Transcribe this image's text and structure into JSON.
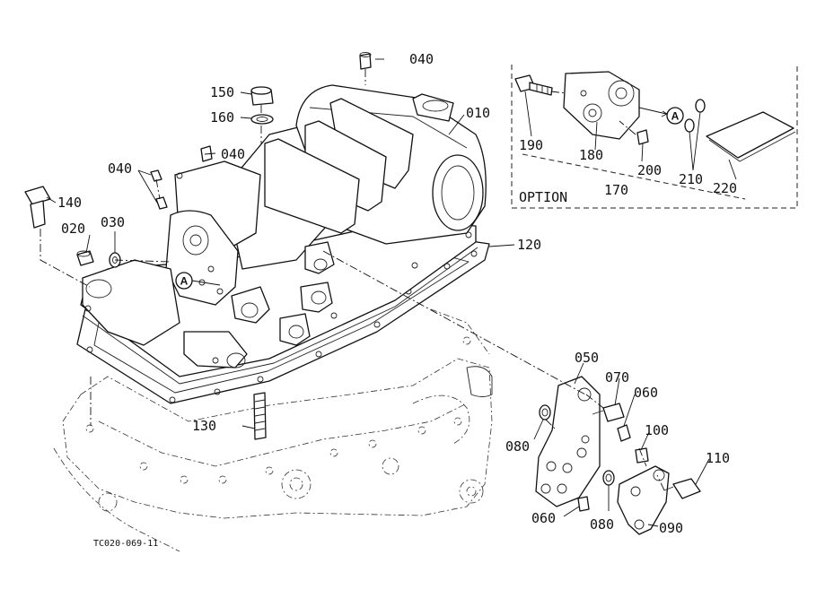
{
  "parts": {
    "p010": "010",
    "p020": "020",
    "p030": "030",
    "p040a": "040",
    "p040b": "040",
    "p040c": "040",
    "p050": "050",
    "p060a": "060",
    "p060b": "060",
    "p070": "070",
    "p080a": "080",
    "p080b": "080",
    "p090": "090",
    "p100": "100",
    "p110": "110",
    "p120": "120",
    "p130": "130",
    "p140": "140",
    "p150": "150",
    "p160": "160",
    "p170": "170",
    "p180": "180",
    "p190": "190",
    "p200": "200",
    "p210": "210",
    "p220": "220"
  },
  "option_label": "OPTION",
  "callout_a": "A",
  "diagram_code": "TC020-069-11"
}
